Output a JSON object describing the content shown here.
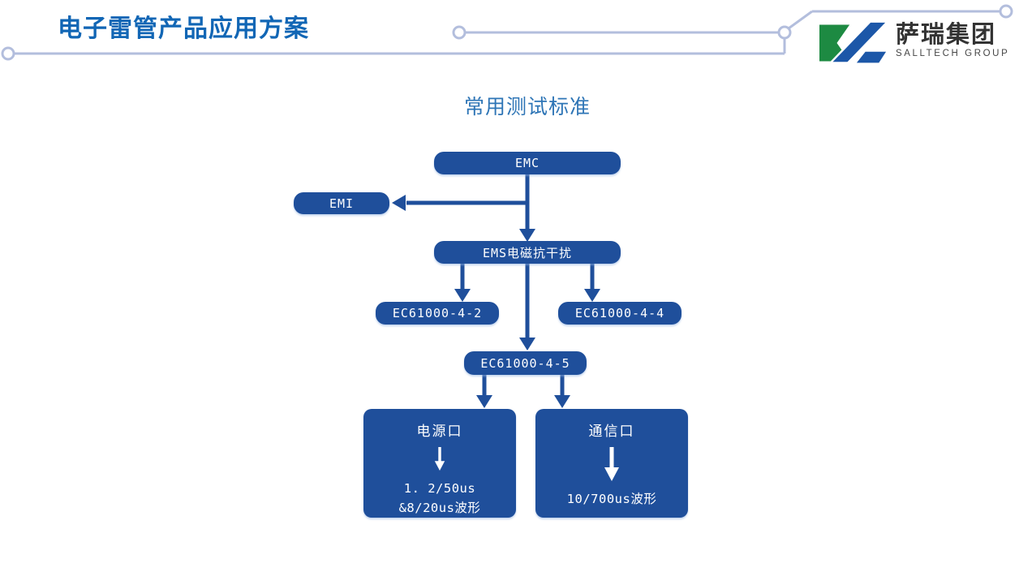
{
  "header": {
    "title": "电子雷管产品应用方案",
    "logo": {
      "name": "萨瑞集团",
      "subtitle": "SALLTECH GROUP",
      "mark_icon": "sl-geometric-logo"
    }
  },
  "diagram": {
    "heading": "常用测试标准",
    "nodes": {
      "emc": {
        "label": "EMC"
      },
      "emi": {
        "label": "EMI"
      },
      "ems": {
        "label": "EMS电磁抗干扰"
      },
      "ec_4_2": {
        "label": "EC61000-4-2"
      },
      "ec_4_4": {
        "label": "EC61000-4-4"
      },
      "ec_4_5": {
        "label": "EC61000-4-5"
      },
      "power_port": {
        "title": "电源口",
        "detail_line1": "1. 2/50us",
        "detail_line2": "&8/20us波形"
      },
      "comm_port": {
        "title": "通信口",
        "detail_line1": "10/700us波形"
      }
    },
    "icons": {
      "down_arrow": "down-arrow-icon",
      "left_arrow": "left-arrow-icon"
    }
  },
  "colors": {
    "node_blue": "#1f4f9b",
    "title_blue": "#1166b5",
    "heading_blue": "#2e75b6",
    "divider_blue_gray": "#b3bedd",
    "logo_green": "#1d8a42",
    "logo_blue": "#1c57a8",
    "node_text": "#ffffff",
    "logo_text_gray": "#333333"
  }
}
